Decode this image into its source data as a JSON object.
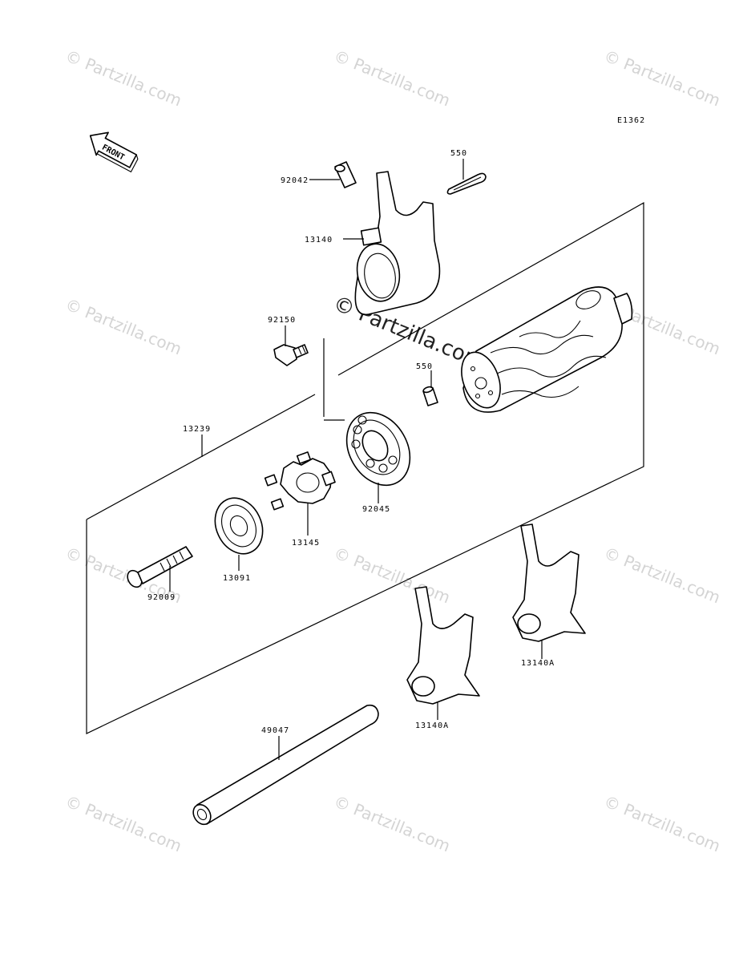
{
  "diagram_code": "E1362",
  "front_label": "FRONT",
  "watermark": {
    "text": "© Partzilla.com",
    "center_text": "© Partzilla.com"
  },
  "callouts": {
    "p92042": "92042",
    "p550a": "550",
    "p13140": "13140",
    "p92150": "92150",
    "p550b": "550",
    "p13239": "13239",
    "p92045": "92045",
    "p13145": "13145",
    "p13091": "13091",
    "p92009": "92009",
    "p13140a_right": "13140A",
    "p13140a_left": "13140A",
    "p49047": "49047"
  },
  "colors": {
    "line": "#000000",
    "watermark": "#d4d4d4",
    "background": "#ffffff"
  }
}
